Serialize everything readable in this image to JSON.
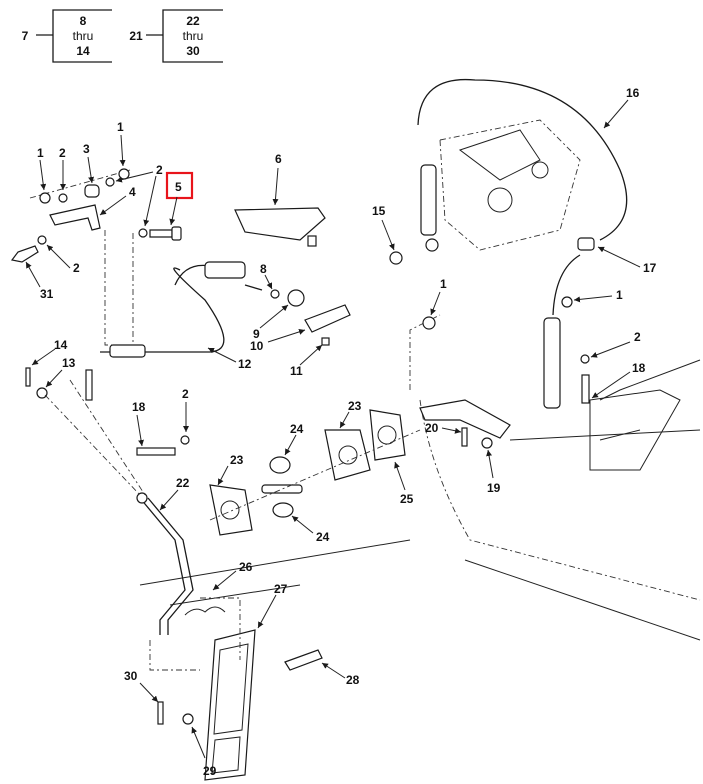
{
  "figure": {
    "type": "exploded-parts-diagram",
    "subject": "accelerator pedal and throttle linkage",
    "highlighted_callout": "5",
    "highlight_color": "#e8141b",
    "line_color": "#1a1a1a"
  },
  "group_refs": [
    {
      "ref": "7",
      "line1": "8",
      "line2": "thru",
      "line3": "14"
    },
    {
      "ref": "21",
      "line1": "22",
      "line2": "thru",
      "line3": "30"
    }
  ],
  "callouts": [
    {
      "id": "c1a",
      "label": "1"
    },
    {
      "id": "c2a",
      "label": "2"
    },
    {
      "id": "c3",
      "label": "3"
    },
    {
      "id": "c1b",
      "label": "1"
    },
    {
      "id": "c2b",
      "label": "2"
    },
    {
      "id": "c4",
      "label": "4"
    },
    {
      "id": "c5",
      "label": "5"
    },
    {
      "id": "c2c",
      "label": "2"
    },
    {
      "id": "c31",
      "label": "31"
    },
    {
      "id": "c6",
      "label": "6"
    },
    {
      "id": "c8",
      "label": "8"
    },
    {
      "id": "c9",
      "label": "9"
    },
    {
      "id": "c10",
      "label": "10"
    },
    {
      "id": "c11",
      "label": "11"
    },
    {
      "id": "c12",
      "label": "12"
    },
    {
      "id": "c14",
      "label": "14"
    },
    {
      "id": "c13",
      "label": "13"
    },
    {
      "id": "c15",
      "label": "15"
    },
    {
      "id": "c16",
      "label": "16"
    },
    {
      "id": "c17",
      "label": "17"
    },
    {
      "id": "c1c",
      "label": "1"
    },
    {
      "id": "c1d",
      "label": "1"
    },
    {
      "id": "c2d",
      "label": "2"
    },
    {
      "id": "c18a",
      "label": "18"
    },
    {
      "id": "c18b",
      "label": "18"
    },
    {
      "id": "c2e",
      "label": "2"
    },
    {
      "id": "c20",
      "label": "20"
    },
    {
      "id": "c19",
      "label": "19"
    },
    {
      "id": "c23a",
      "label": "23"
    },
    {
      "id": "c23b",
      "label": "23"
    },
    {
      "id": "c24a",
      "label": "24"
    },
    {
      "id": "c24b",
      "label": "24"
    },
    {
      "id": "c25",
      "label": "25"
    },
    {
      "id": "c22",
      "label": "22"
    },
    {
      "id": "c26",
      "label": "26"
    },
    {
      "id": "c27",
      "label": "27"
    },
    {
      "id": "c28",
      "label": "28"
    },
    {
      "id": "c30",
      "label": "30"
    },
    {
      "id": "c29",
      "label": "29"
    }
  ]
}
